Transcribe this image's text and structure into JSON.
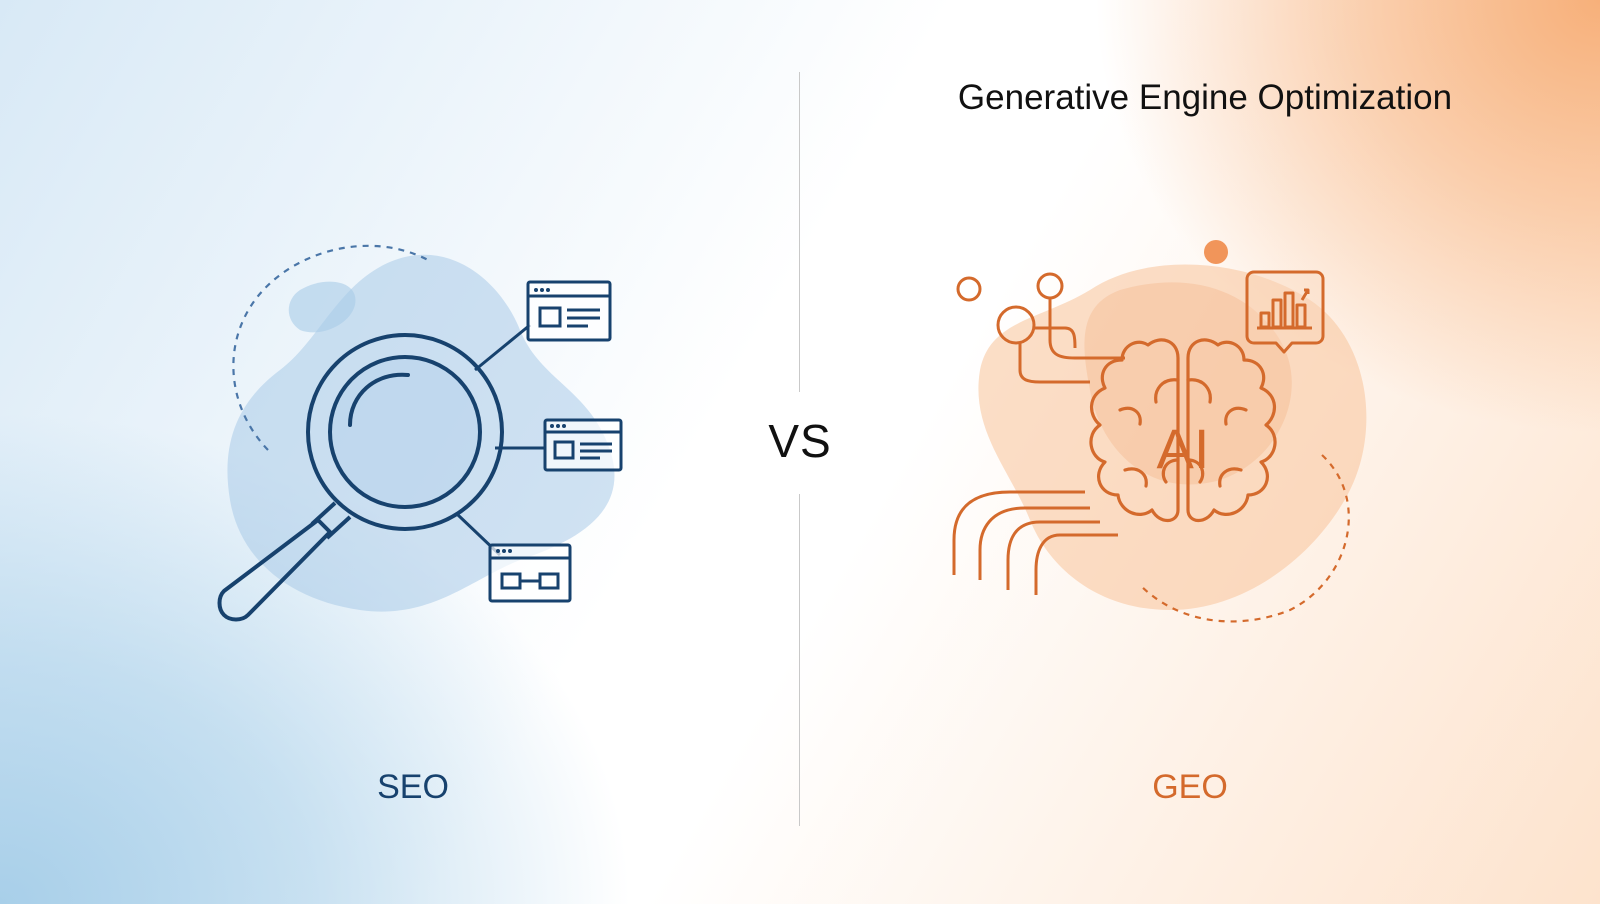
{
  "header": {
    "title": "Generative Engine Optimization"
  },
  "comparison": {
    "separator": "VS"
  },
  "left": {
    "label": "SEO",
    "icon": "magnifying-glass-icon"
  },
  "right": {
    "label": "GEO",
    "icon": "ai-brain-icon",
    "brain_text": "AI"
  },
  "colors": {
    "seo_blue": "#17426e",
    "seo_blob": "#a9cbe8",
    "geo_orange": "#d46a2c",
    "geo_blob": "#f8c8a2"
  }
}
